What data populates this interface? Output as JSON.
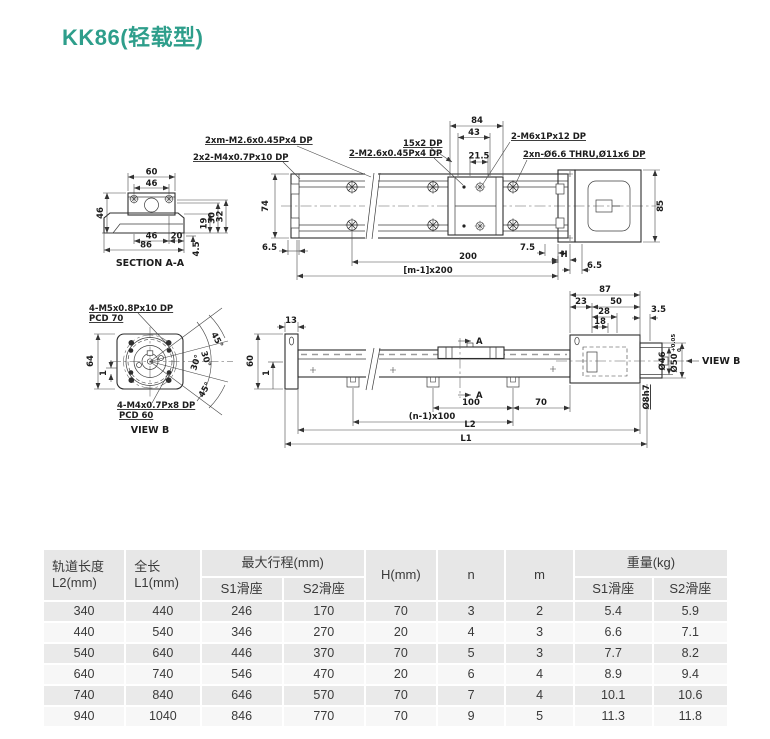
{
  "page": {
    "title": "KK86(轻载型)",
    "accent_color": "#2E9E8B"
  },
  "drawing": {
    "section_aa": {
      "label": "SECTION A-A",
      "d60": "60",
      "d46t": "46",
      "d46l": "46",
      "d19": "19",
      "d30": "30",
      "d32": "32",
      "d46b": "46",
      "d20": "20",
      "d86": "86",
      "d4_5": "4.5"
    },
    "top_view": {
      "a1": "2xm-M2.6x0.45Px4 DP",
      "a2": "2x2-M4x0.7Px10 DP",
      "a3": "2-M2.6x0.45Px4 DP",
      "a4": "15x2 DP",
      "a5": "2-M6x1Px12 DP",
      "a6": "2xn-Ø6.6 THRU,Ø11x6 DP",
      "d84": "84",
      "d43": "43",
      "d21_5": "21.5",
      "d74": "74",
      "d85": "85",
      "d6_5a": "6.5",
      "d200": "200",
      "dm1": "[m-1]x200",
      "d7_5": "7.5",
      "dH": "H",
      "d6_5b": "6.5"
    },
    "view_b": {
      "label": "VIEW B",
      "a1": "4-M5x0.8Px10 DP",
      "a2": "PCD 70",
      "a3": "4-M4x0.7Px8 DP",
      "a4": "PCD 60",
      "d64": "64",
      "d1": "1",
      "ang45t": "45°",
      "ang30t": "30°",
      "ang30b": "30°",
      "ang45b": "45°"
    },
    "side_view": {
      "d13": "13",
      "d60": "60",
      "d1": "1",
      "secA": "A",
      "d100": "100",
      "d70": "70",
      "dn1": "(n-1)x100",
      "dL2": "L2",
      "dL1": "L1",
      "d87": "87",
      "d23": "23",
      "d50": "50",
      "d28": "28",
      "d18": "18",
      "d3_5": "3.5",
      "dia46": "Ø46",
      "dia50": "Ø50",
      "tol_p": "+0.05",
      "tol_z": "0",
      "dia8": "Ø8h7",
      "view_b": "VIEW B"
    }
  },
  "table": {
    "headers": {
      "col_l2": "轨道长度",
      "col_l2_sub": "L2(mm)",
      "col_l1": "全长",
      "col_l1_sub": "L1(mm)",
      "col_stroke": "最大行程(mm)",
      "col_s1": "S1滑座",
      "col_s2": "S2滑座",
      "col_h": "H(mm)",
      "col_n": "n",
      "col_m": "m",
      "col_weight": "重量(kg)",
      "col_ws1": "S1滑座",
      "col_ws2": "S2滑座"
    },
    "rows": [
      [
        "340",
        "440",
        "246",
        "170",
        "70",
        "3",
        "2",
        "5.4",
        "5.9"
      ],
      [
        "440",
        "540",
        "346",
        "270",
        "20",
        "4",
        "3",
        "6.6",
        "7.1"
      ],
      [
        "540",
        "640",
        "446",
        "370",
        "70",
        "5",
        "3",
        "7.7",
        "8.2"
      ],
      [
        "640",
        "740",
        "546",
        "470",
        "20",
        "6",
        "4",
        "8.9",
        "9.4"
      ],
      [
        "740",
        "840",
        "646",
        "570",
        "70",
        "7",
        "4",
        "10.1",
        "10.6"
      ],
      [
        "940",
        "1040",
        "846",
        "770",
        "70",
        "9",
        "5",
        "11.3",
        "11.8"
      ]
    ]
  }
}
